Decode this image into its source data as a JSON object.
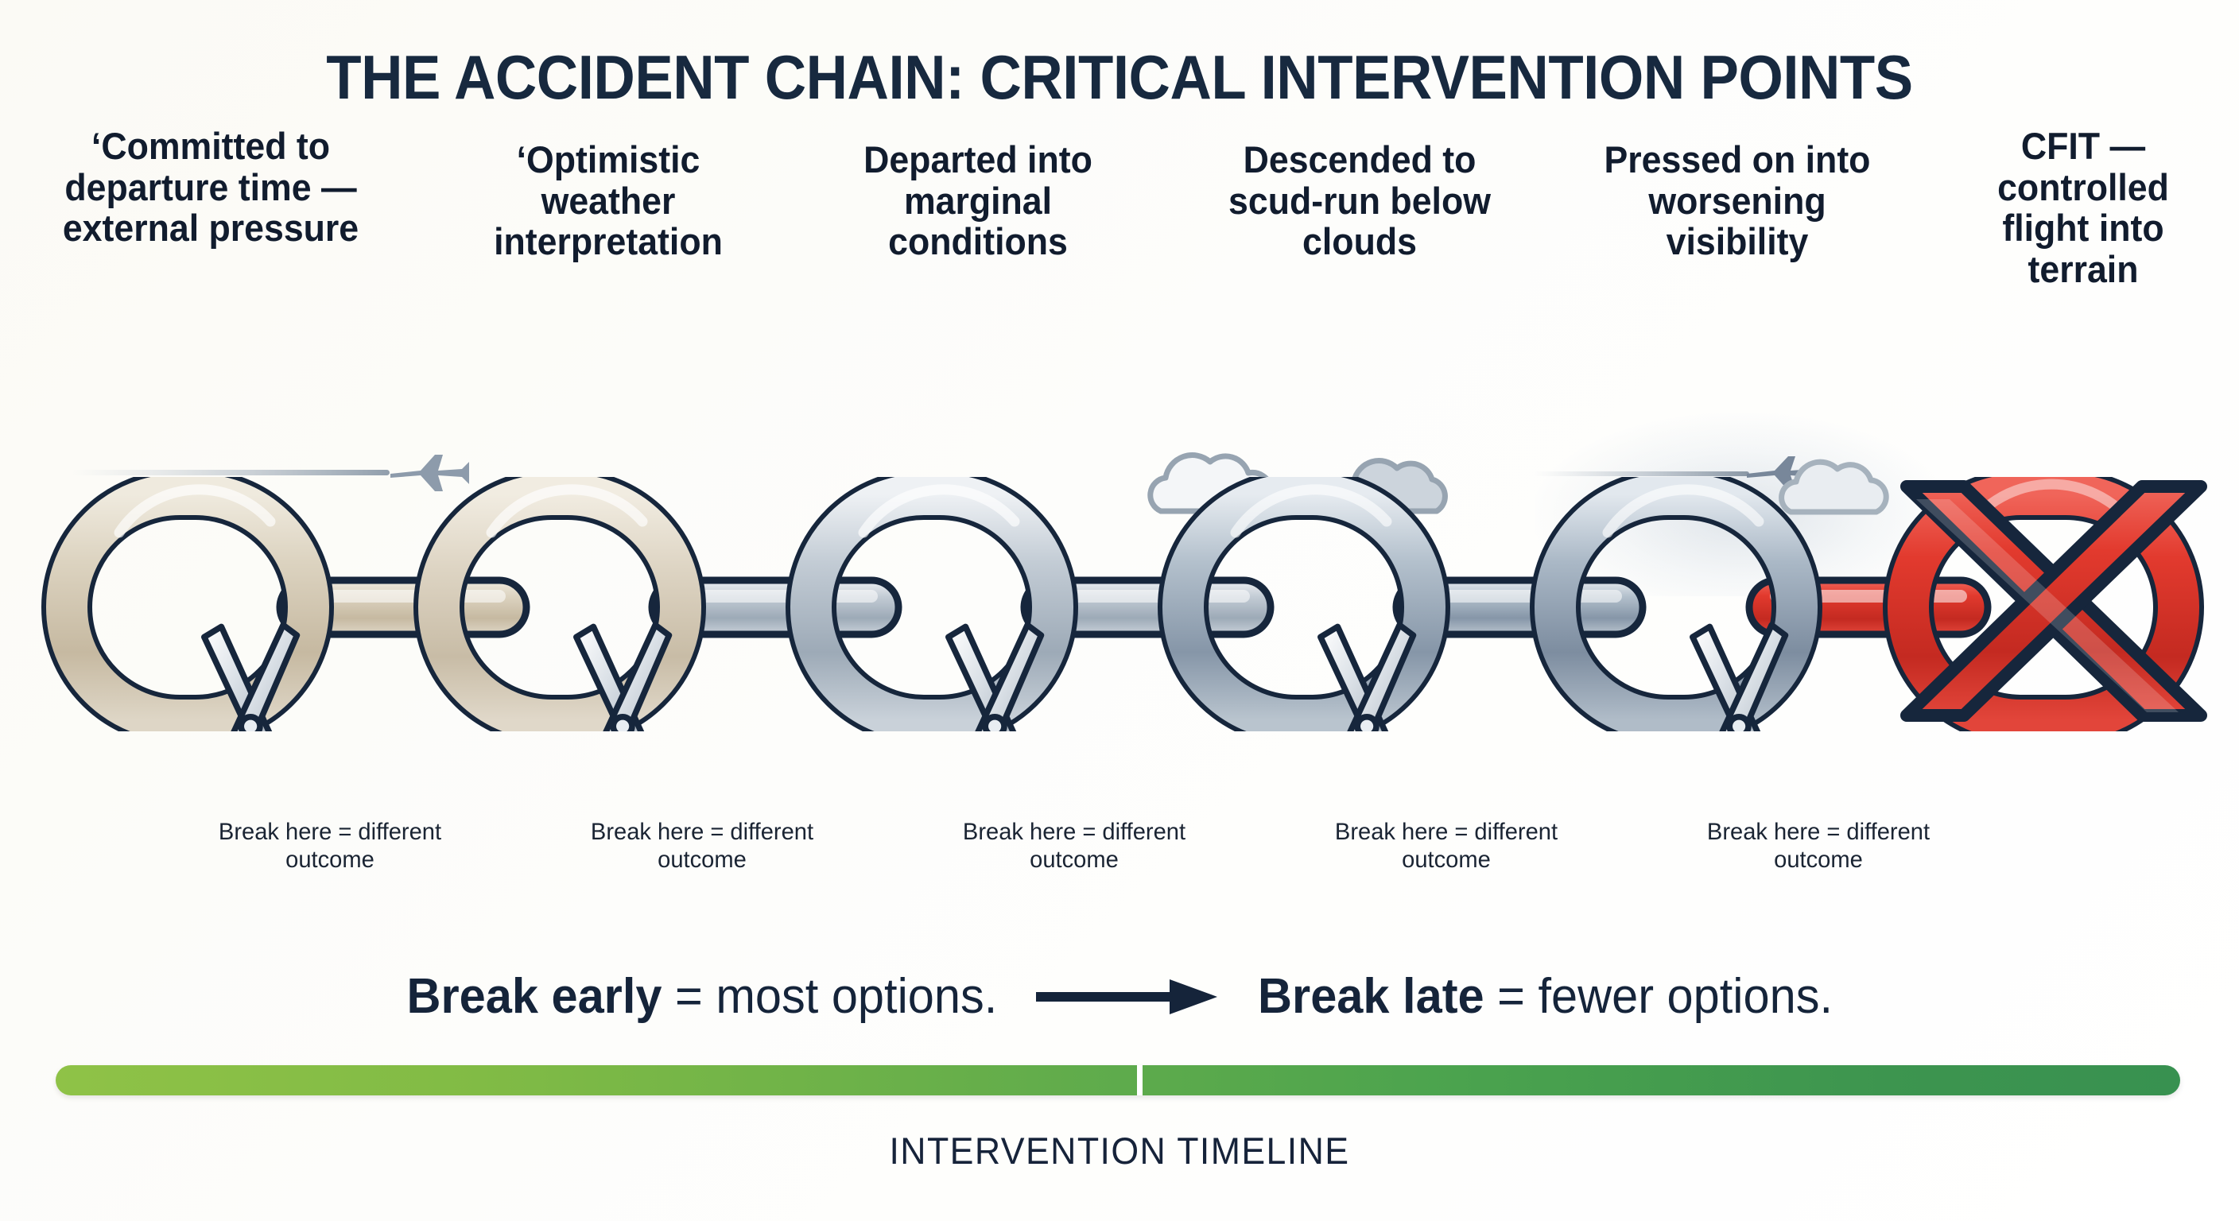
{
  "title": "THE ACCIDENT CHAIN: CRITICAL INTERVENTION POINTS",
  "colors": {
    "background": "#fbfaf6",
    "ink": "#15243a",
    "chain_outline": "#16263c",
    "chain_early": "#cfc3ae",
    "chain_mid": "#9aa6b2",
    "chain_late": "#7d90a4",
    "failure_red": "#e03127",
    "scissor_handle": "#e1342a",
    "scissor_blade": "#cfd6dd",
    "timeline_start": "#8fc247",
    "timeline_end": "#389150",
    "cloud_gray": "#97a4b1"
  },
  "stages": [
    {
      "id": "stage-1",
      "label": "‘Committed to departure time — external pressure",
      "link_color": "#cfc3ae",
      "decor": "airplane-contrail"
    },
    {
      "id": "stage-2",
      "label": "‘Optimistic weather interpretation",
      "link_color": "#cfc3ae",
      "decor": "none"
    },
    {
      "id": "stage-3",
      "label": "Departed into marginal conditions",
      "link_color": "#aab4bf",
      "decor": "none"
    },
    {
      "id": "stage-4",
      "label": "Descended to scud-run below clouds",
      "link_color": "#8d9daf",
      "decor": "clouds"
    },
    {
      "id": "stage-5",
      "label": "Pressed on into worsening visibility",
      "link_color": "#7d90a4",
      "decor": "airplane-in-haze"
    },
    {
      "id": "stage-6",
      "label": "CFIT — controlled flight into terrain",
      "link_color": "#e03127",
      "decor": "red-x"
    }
  ],
  "break_caption": "Break here = different outcome",
  "break_points": [
    {
      "id": "break-1",
      "text": "Break here = different outcome"
    },
    {
      "id": "break-2",
      "text": "Break here = different outcome"
    },
    {
      "id": "break-3",
      "text": "Break here = different outcome"
    },
    {
      "id": "break-4",
      "text": "Break here = different outcome"
    },
    {
      "id": "break-5",
      "text": "Break here = different outcome"
    }
  ],
  "summary": {
    "early_strong": "Break early",
    "early_rest": "= most options.",
    "late_strong": "Break late",
    "late_rest": "= fewer options.",
    "arrow": "arrow-right-icon"
  },
  "timeline": {
    "caption": "INTERVENTION TIMELINE",
    "start_color": "#8fc247",
    "end_color": "#389150"
  }
}
